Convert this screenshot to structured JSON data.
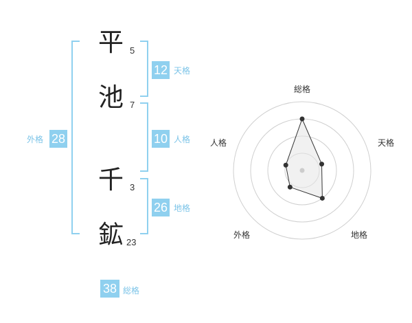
{
  "name": {
    "chars": [
      {
        "char": "平",
        "strokes": "5"
      },
      {
        "char": "池",
        "strokes": "7"
      },
      {
        "char": "千",
        "strokes": "3"
      },
      {
        "char": "鉱",
        "strokes": "23"
      }
    ]
  },
  "fortunes": {
    "tenkaku": {
      "value": "12",
      "label": "天格"
    },
    "jinkaku": {
      "value": "10",
      "label": "人格"
    },
    "chikaku": {
      "value": "26",
      "label": "地格"
    },
    "gaikaku": {
      "value": "28",
      "label": "外格"
    },
    "soukaku": {
      "value": "38",
      "label": "総格"
    }
  },
  "colors": {
    "accent": "#8fd0ef",
    "accent_text": "#7cc4e8",
    "radar_line": "#333333",
    "radar_fill": "#e6e6e6",
    "ring": "#cfcfcf"
  },
  "chart_data": {
    "type": "radar",
    "axes": [
      "総格",
      "天格",
      "地格",
      "外格",
      "人格"
    ],
    "values": [
      0.75,
      0.3,
      0.5,
      0.3,
      0.25
    ],
    "rings": 4
  }
}
